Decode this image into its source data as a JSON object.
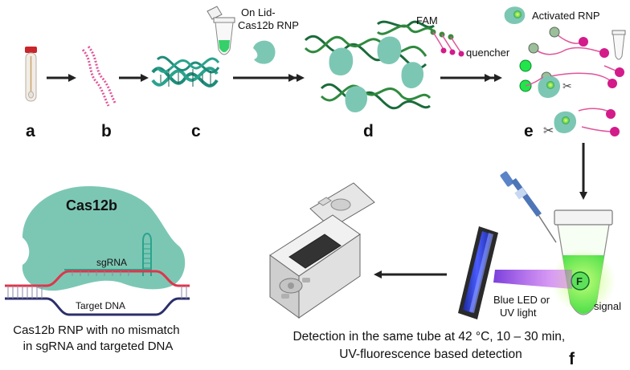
{
  "steps": {
    "a": "a",
    "b": "b",
    "c": "c",
    "d": "d",
    "e": "e",
    "f": "f"
  },
  "labels": {
    "on_lid_rnp": "On Lid-\nCas12b RNP",
    "fam": "FAM",
    "quencher": "quencher",
    "activated_rnp": "Activated RNP",
    "cas12b": "Cas12b",
    "sgrna": "sgRNA",
    "target_dna": "Target DNA",
    "blue_led": "Blue LED or\nUV light",
    "signal": "signal",
    "fluor_letter": "F"
  },
  "captions": {
    "cas12b_caption_line1": "Cas12b RNP with no mismatch",
    "cas12b_caption_line2": "in sgRNA and targeted DNA",
    "detection_line1": "Detection in the same tube at 42 °C, 10 – 30 min,",
    "detection_line2": "UV-fluorescence based detection"
  },
  "colors": {
    "teal_protein": "#7cc7b4",
    "dna_green": "#1a6b3a",
    "dna_teal": "#2aa38d",
    "rna_pink": "#e0559a",
    "fam_green": "#22e54b",
    "quencher_magenta": "#d31b8a",
    "arrow": "#222222",
    "red_strand": "#e0344b",
    "navy_strand": "#2c2f6b"
  }
}
